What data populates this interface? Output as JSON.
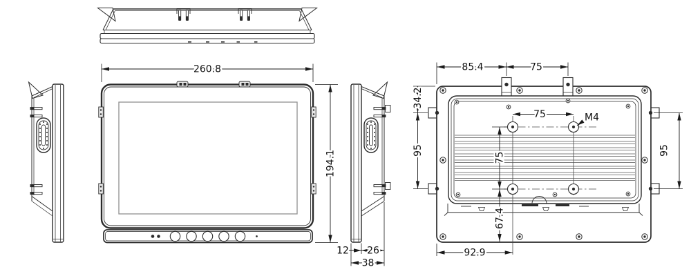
{
  "colors": {
    "line": "#2b2b2b",
    "dimension": "#1a1a1a",
    "background": "#ffffff",
    "screen_border": "#8f8f8f"
  },
  "front_view": {
    "width": "260.8",
    "height": "194.1"
  },
  "side_view": {
    "bezel_depth": "12",
    "chassis_depth": "26",
    "total_depth": "38"
  },
  "rear_view": {
    "top_clip_offset": "85.4",
    "top_clip_spacing": "75",
    "side_clip_top_offset": "34.2",
    "side_clip_spacing_left": "95",
    "side_clip_spacing_right": "95",
    "vesa_spacing_horizontal": "75",
    "vesa_spacing_vertical": "75",
    "vesa_thread": "M4",
    "vesa_bottom_offset": "67.4",
    "vesa_left_offset": "92.9"
  }
}
